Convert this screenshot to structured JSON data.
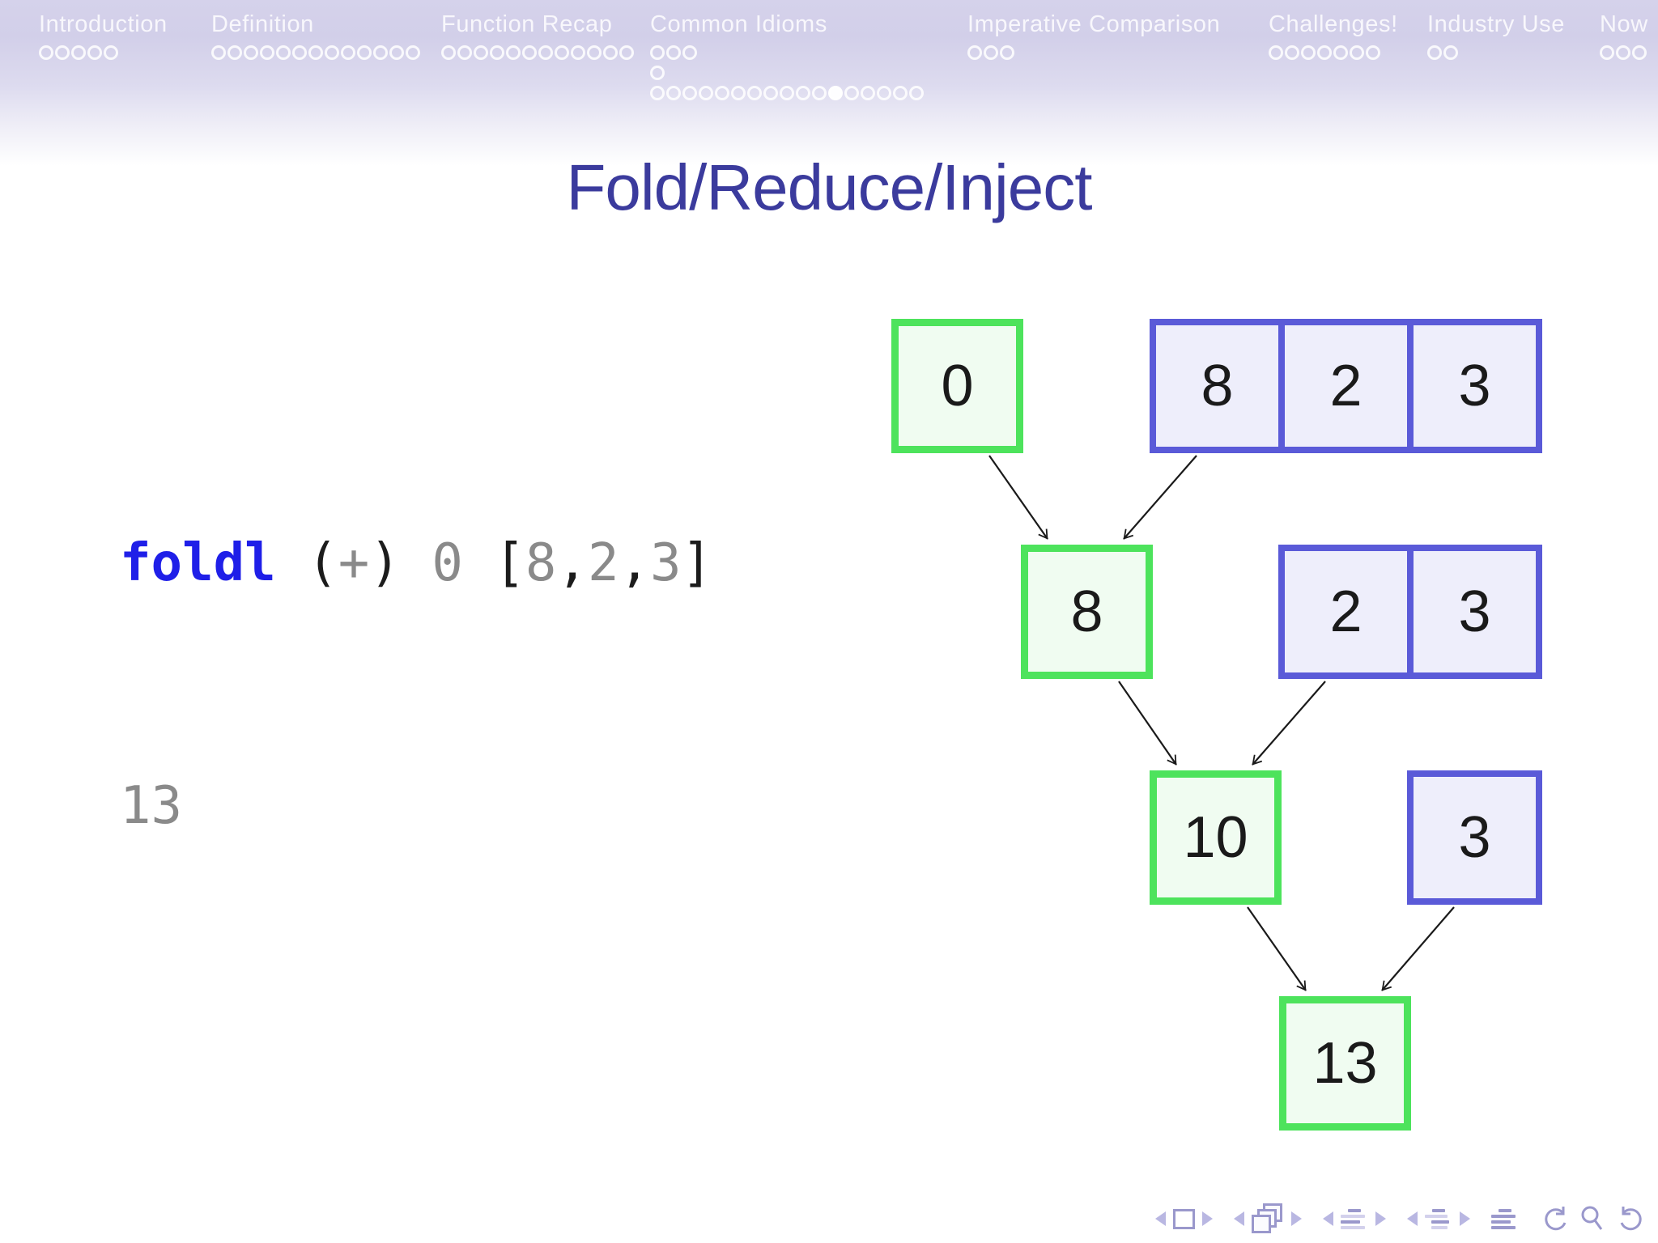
{
  "header": {
    "sections": [
      {
        "name": "introduction",
        "label": "Introduction",
        "dot_rows": [
          {
            "count": 5,
            "filled": -1
          }
        ]
      },
      {
        "name": "definition",
        "label": "Definition",
        "dot_rows": [
          {
            "count": 13,
            "filled": -1
          }
        ]
      },
      {
        "name": "function-recap",
        "label": "Function Recap",
        "dot_rows": [
          {
            "count": 12,
            "filled": -1
          }
        ]
      },
      {
        "name": "common-idioms",
        "label": "Common Idioms",
        "dot_rows": [
          {
            "count": 3,
            "filled": -1
          },
          {
            "count": 1,
            "filled": -1
          },
          {
            "count": 17,
            "filled": 11
          }
        ]
      },
      {
        "name": "imperative-comparison",
        "label": "Imperative Comparison",
        "dot_rows": [
          {
            "count": 3,
            "filled": -1
          }
        ]
      },
      {
        "name": "challenges",
        "label": "Challenges!",
        "dot_rows": [
          {
            "count": 7,
            "filled": -1
          }
        ]
      },
      {
        "name": "industry-use",
        "label": "Industry Use",
        "dot_rows": [
          {
            "count": 2,
            "filled": -1
          }
        ]
      },
      {
        "name": "now",
        "label": "Now",
        "dot_rows": [
          {
            "count": 3,
            "filled": -1
          }
        ]
      }
    ]
  },
  "slide": {
    "title": "Fold/Reduce/Inject",
    "code_line": [
      {
        "text": "foldl",
        "role": "keyword"
      },
      {
        "text": " ",
        "role": "punct"
      },
      {
        "text": "(",
        "role": "punct"
      },
      {
        "text": "+",
        "role": "number"
      },
      {
        "text": ")",
        "role": "punct"
      },
      {
        "text": " ",
        "role": "punct"
      },
      {
        "text": "0",
        "role": "number"
      },
      {
        "text": " ",
        "role": "punct"
      },
      {
        "text": "[",
        "role": "punct"
      },
      {
        "text": "8",
        "role": "number"
      },
      {
        "text": ",",
        "role": "punct"
      },
      {
        "text": "2",
        "role": "number"
      },
      {
        "text": ",",
        "role": "punct"
      },
      {
        "text": "3",
        "role": "number"
      },
      {
        "text": "]",
        "role": "punct"
      }
    ],
    "result": "13"
  },
  "diagram": {
    "steps": [
      {
        "accumulator": "0",
        "list": [
          "8",
          "2",
          "3"
        ]
      },
      {
        "accumulator": "8",
        "list": [
          "2",
          "3"
        ]
      },
      {
        "accumulator": "10",
        "list": [
          "3"
        ]
      },
      {
        "accumulator": "13",
        "list": []
      }
    ]
  },
  "nav_symbols": {
    "groups": [
      {
        "name": "frame-nav",
        "items": [
          "prev-arrow-icon",
          "frame-icon",
          "next-arrow-icon"
        ]
      },
      {
        "name": "frames-nav",
        "items": [
          "prev-arrow-icon",
          "frames-stack-icon",
          "next-arrow-icon"
        ]
      },
      {
        "name": "section-nav",
        "items": [
          "prev-arrow-icon",
          "section-list-icon",
          "next-arrow-icon"
        ]
      },
      {
        "name": "subsection-nav",
        "items": [
          "prev-arrow-icon",
          "subsection-list-icon",
          "next-arrow-icon"
        ]
      },
      {
        "name": "appendix-nav",
        "items": [
          "appendix-icon"
        ]
      },
      {
        "name": "history-nav",
        "items": [
          "back-icon",
          "search-icon",
          "forward-icon"
        ]
      }
    ]
  },
  "colors": {
    "title": "#3b3b9d",
    "keyword": "#1f1fe8",
    "number": "#8a8a8a",
    "punct": "#1c1c1c",
    "accumulator_border": "#4de35c",
    "accumulator_fill": "#f0fcf1",
    "list_border": "#5a5ad8",
    "list_fill": "#eeeefb",
    "nav_symbols": "#9a98cc"
  }
}
